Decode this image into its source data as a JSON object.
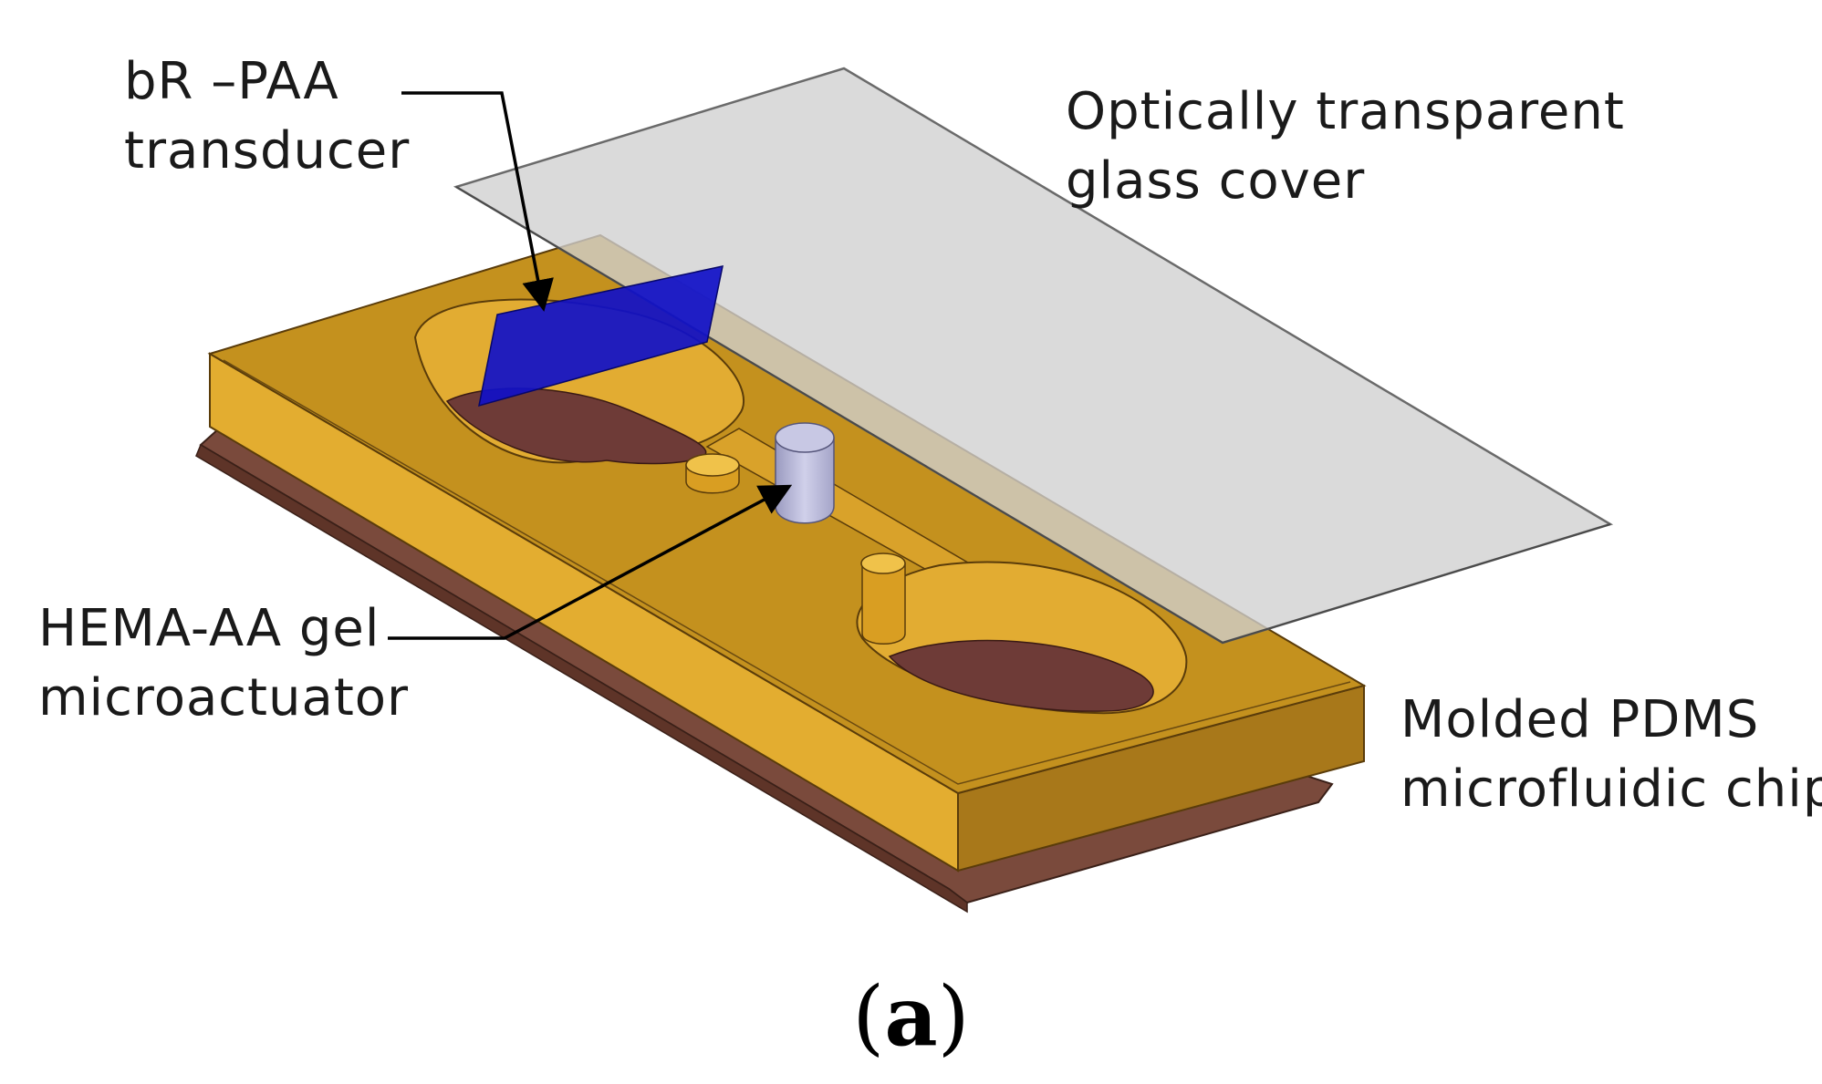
{
  "labels": {
    "transducer": [
      "bR –PAA",
      "transducer"
    ],
    "glass_cover": [
      "Optically transparent",
      "glass cover"
    ],
    "gel": [
      "HEMA-AA gel",
      "microactuator"
    ],
    "chip": [
      "Molded PDMS",
      "microfluidic chip"
    ]
  },
  "panel": {
    "open": "(",
    "letter": "a",
    "close": ")"
  },
  "colors": {
    "pdms_top": "#c4911e",
    "pdms_front": "#e3ad30",
    "pdms_side": "#a8781a",
    "base_layer": "#7a4a3c",
    "chamber_floor": "#6e3b37",
    "glass": "#d3d3d3",
    "transducer": "#1010c8",
    "gel": "#b6b6d6"
  }
}
